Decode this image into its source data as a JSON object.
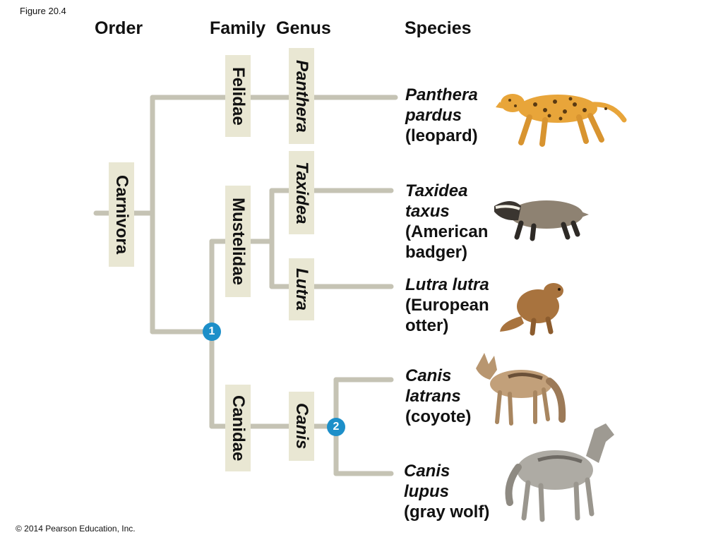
{
  "figure_label": "Figure 20.4",
  "copyright": "© 2014 Pearson Education, Inc.",
  "headers": {
    "order": "Order",
    "family": "Family",
    "genus": "Genus",
    "species": "Species"
  },
  "order": {
    "label": "Carnivora"
  },
  "families": [
    {
      "label": "Felidae"
    },
    {
      "label": "Mustelidae"
    },
    {
      "label": "Canidae"
    }
  ],
  "genera": [
    {
      "label": "Panthera"
    },
    {
      "label": "Taxidea"
    },
    {
      "label": "Lutra"
    },
    {
      "label": "Canis"
    }
  ],
  "species": [
    {
      "line1": "Panthera",
      "line2": "pardus",
      "common": "(leopard)",
      "icon": "leopard-icon"
    },
    {
      "line1": "Taxidea",
      "line2": "taxus",
      "common1": "(American",
      "common2": "badger)",
      "icon": "badger-icon"
    },
    {
      "line1": "Lutra lutra",
      "common1": "(European",
      "common2": "otter)",
      "icon": "otter-icon"
    },
    {
      "line1": "Canis",
      "line2": "latrans",
      "common": "(coyote)",
      "icon": "coyote-icon"
    },
    {
      "line1": "Canis",
      "line2": "lupus",
      "common": "(gray wolf)",
      "icon": "wolf-icon"
    }
  ],
  "nodes": [
    {
      "label": "1"
    },
    {
      "label": "2"
    }
  ],
  "colors": {
    "branch": "#c5c3b4",
    "label_box": "#e9e7d3",
    "node_badge": "#1d8fc9"
  }
}
